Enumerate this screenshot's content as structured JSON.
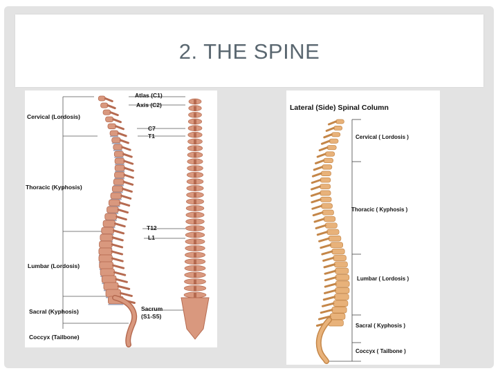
{
  "slide": {
    "title": "2. THE SPINE"
  },
  "figure_left": {
    "labels": {
      "cervical": "Cervical (Lordosis)",
      "thoracic": "Thoracic (Kyphosis)",
      "lumbar": "Lumbar (Lordosis)",
      "sacral": "Sacral (Kyphosis)",
      "coccyx": "Coccyx (Tailbone)",
      "atlas": "Atlas (C1)",
      "axis": "Axis (C2)",
      "c7": "C7",
      "t1": "T1",
      "t12": "T12",
      "l1": "L1",
      "sacrum": "Sacrum",
      "sacrum_range": "(S1-S5)"
    }
  },
  "figure_right": {
    "heading": "Lateral (Side) Spinal Column",
    "labels": {
      "cervical": "Cervical ( Lordosis )",
      "thoracic": "Thoracic ( Kyphosis )",
      "lumbar": "Lumbar ( Lordosis )",
      "sacral": "Sacral ( Kyphosis )",
      "coccyx": "Coccyx ( Tailbone )"
    }
  },
  "colors": {
    "bone_left": "#d9987e",
    "bone_left_dark": "#b56a50",
    "bone_right": "#e8b27a",
    "bone_right_dark": "#c48648",
    "disc": "#9fa4b8"
  }
}
